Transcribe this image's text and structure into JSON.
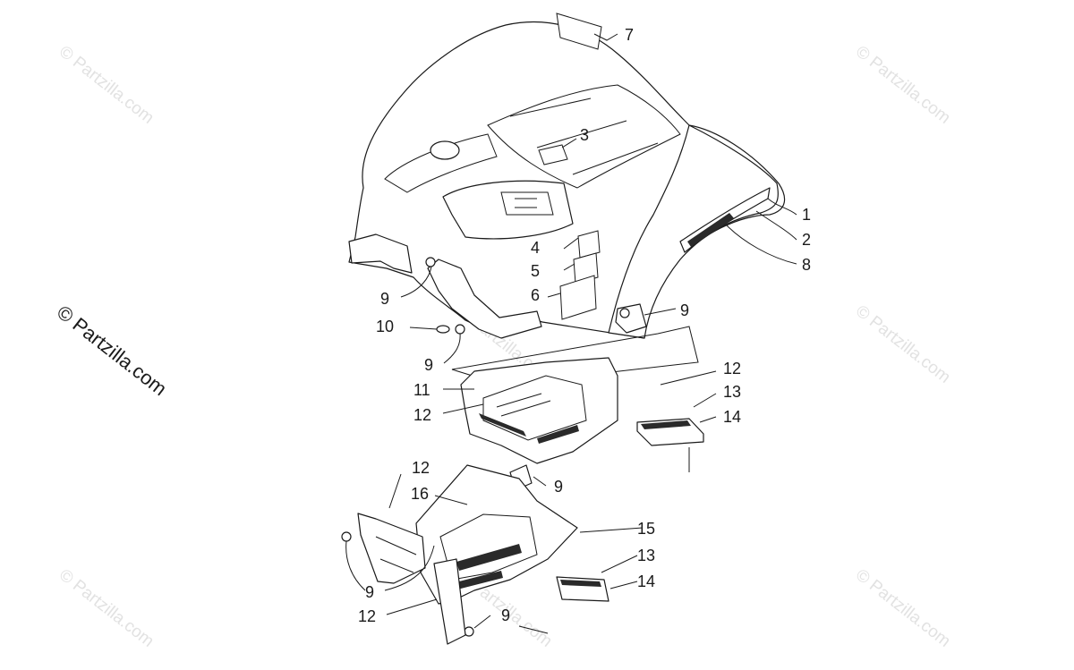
{
  "watermarks": {
    "text": "© Partzilla.com",
    "prominent_text": "© Partzilla.com"
  },
  "callouts": {
    "c1": "1",
    "c2": "2",
    "c3": "3",
    "c4": "4",
    "c5": "5",
    "c6": "6",
    "c7": "7",
    "c8": "8",
    "c9a": "9",
    "c9b": "9",
    "c9c": "9",
    "c9d": "9",
    "c9e": "9",
    "c9f": "9",
    "c10": "10",
    "c11": "11",
    "c12a": "12",
    "c12b": "12",
    "c12c": "12",
    "c12d": "12",
    "c13a": "13",
    "c13b": "13",
    "c14a": "14",
    "c14b": "14",
    "c15": "15",
    "c16": "16"
  },
  "colors": {
    "line": "#1a1a1a",
    "watermark": "#e2e2e2",
    "background": "#ffffff"
  }
}
